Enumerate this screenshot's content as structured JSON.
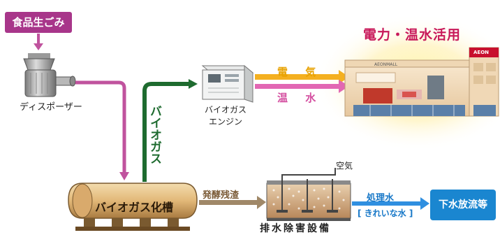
{
  "labels": {
    "food_waste": "食品生ごみ",
    "title": "電力・温水活用",
    "disposer": "ディスポーザー",
    "engine_line1": "バイオガス",
    "engine_line2": "エンジン",
    "electricity": "電 気",
    "hot_water": "温 水",
    "biogas": "バイオガス",
    "fermentation_residue": "発酵残渣",
    "tank": "バイオガス化槽",
    "air": "空気",
    "drainage_facility": "排水除害設備",
    "treated_water": "処理水",
    "clean_water": "[ きれいな水 ]",
    "sewer": "下水放流等",
    "mall_sign": "AEONMALL",
    "mall_logo": "AEON"
  },
  "colors": {
    "food_flow": "#c0539e",
    "biogas_flow": "#1e6b2f",
    "electricity_flow": "#f4b020",
    "hot_water_flow": "#e267b3",
    "residue_flow": "#a08868",
    "treated_flow": "#2f8fe0",
    "sewer_box": "#1a86d0",
    "food_box": "#a8368a"
  },
  "icons": [
    "disposer-machine-icon",
    "biogas-engine-icon",
    "mall-building-icon",
    "biogas-tank-icon",
    "drainage-tank-icon"
  ]
}
